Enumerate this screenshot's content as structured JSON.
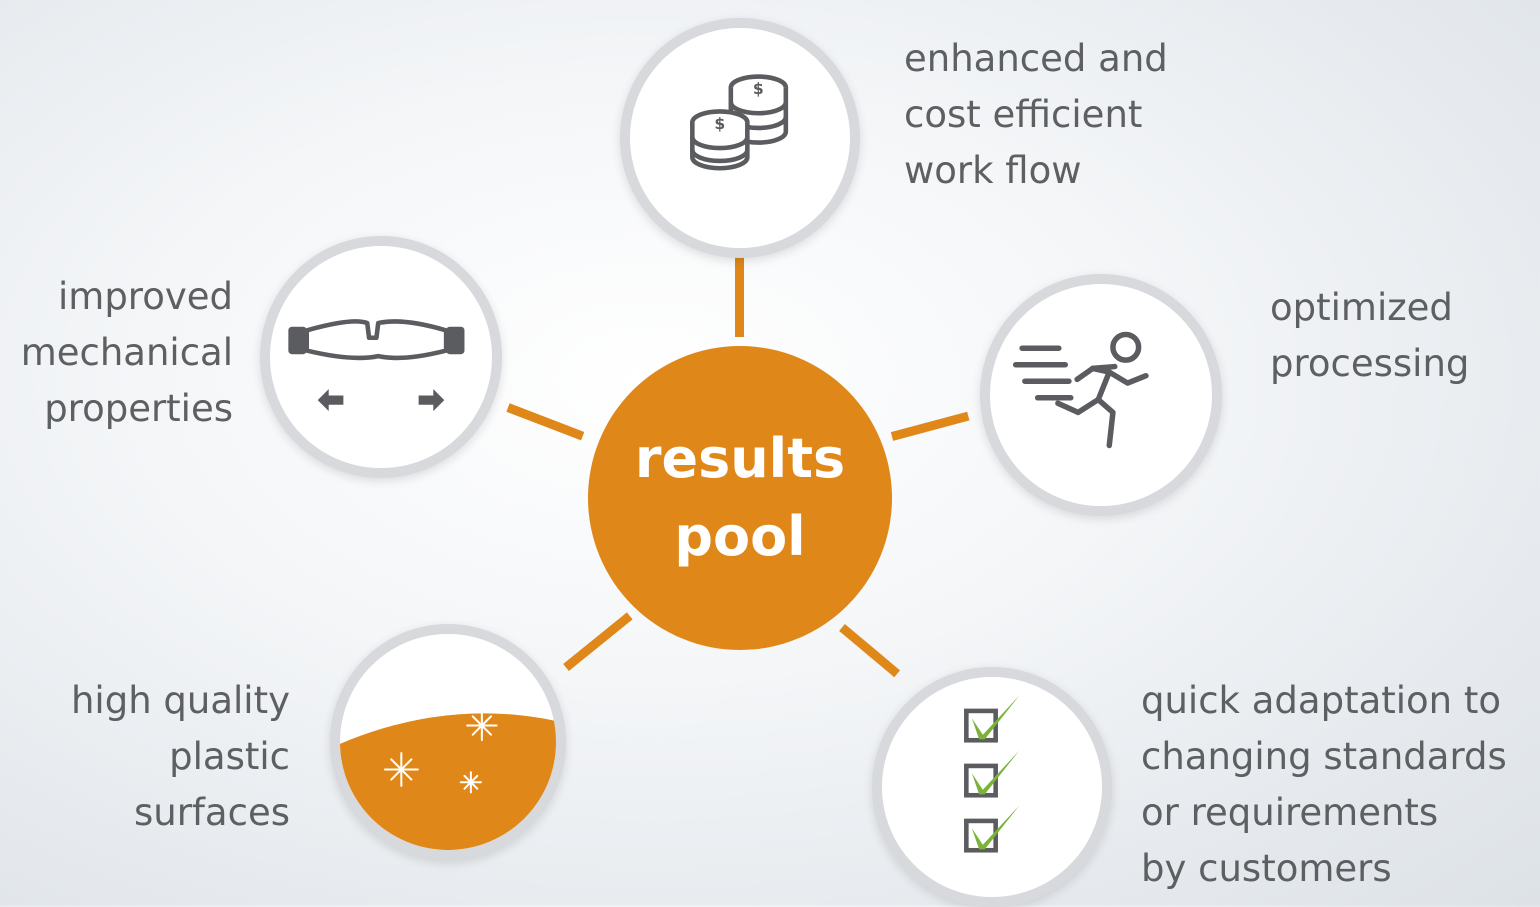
{
  "center": {
    "line1": "results",
    "line2": "pool"
  },
  "nodes": [
    {
      "id": "cost",
      "icon": "coins-icon",
      "lines": [
        "enhanced and",
        "cost efficient",
        "work flow"
      ]
    },
    {
      "id": "processing",
      "icon": "running-person-icon",
      "lines": [
        "optimized",
        "processing"
      ]
    },
    {
      "id": "adaptation",
      "icon": "checklist-icon",
      "lines": [
        "quick adaptation to",
        "changing standards",
        "or requirements",
        "by customers"
      ]
    },
    {
      "id": "surfaces",
      "icon": "sparkle-surface-icon",
      "lines": [
        "high quality",
        "plastic",
        "surfaces"
      ]
    },
    {
      "id": "mechanical",
      "icon": "tensile-specimen-icon",
      "lines": [
        "improved",
        "mechanical",
        "properties"
      ]
    }
  ],
  "colors": {
    "accent": "#df8719",
    "text": "#5d5f61",
    "icon": "#5a5c5f",
    "check": "#7bb33a"
  }
}
